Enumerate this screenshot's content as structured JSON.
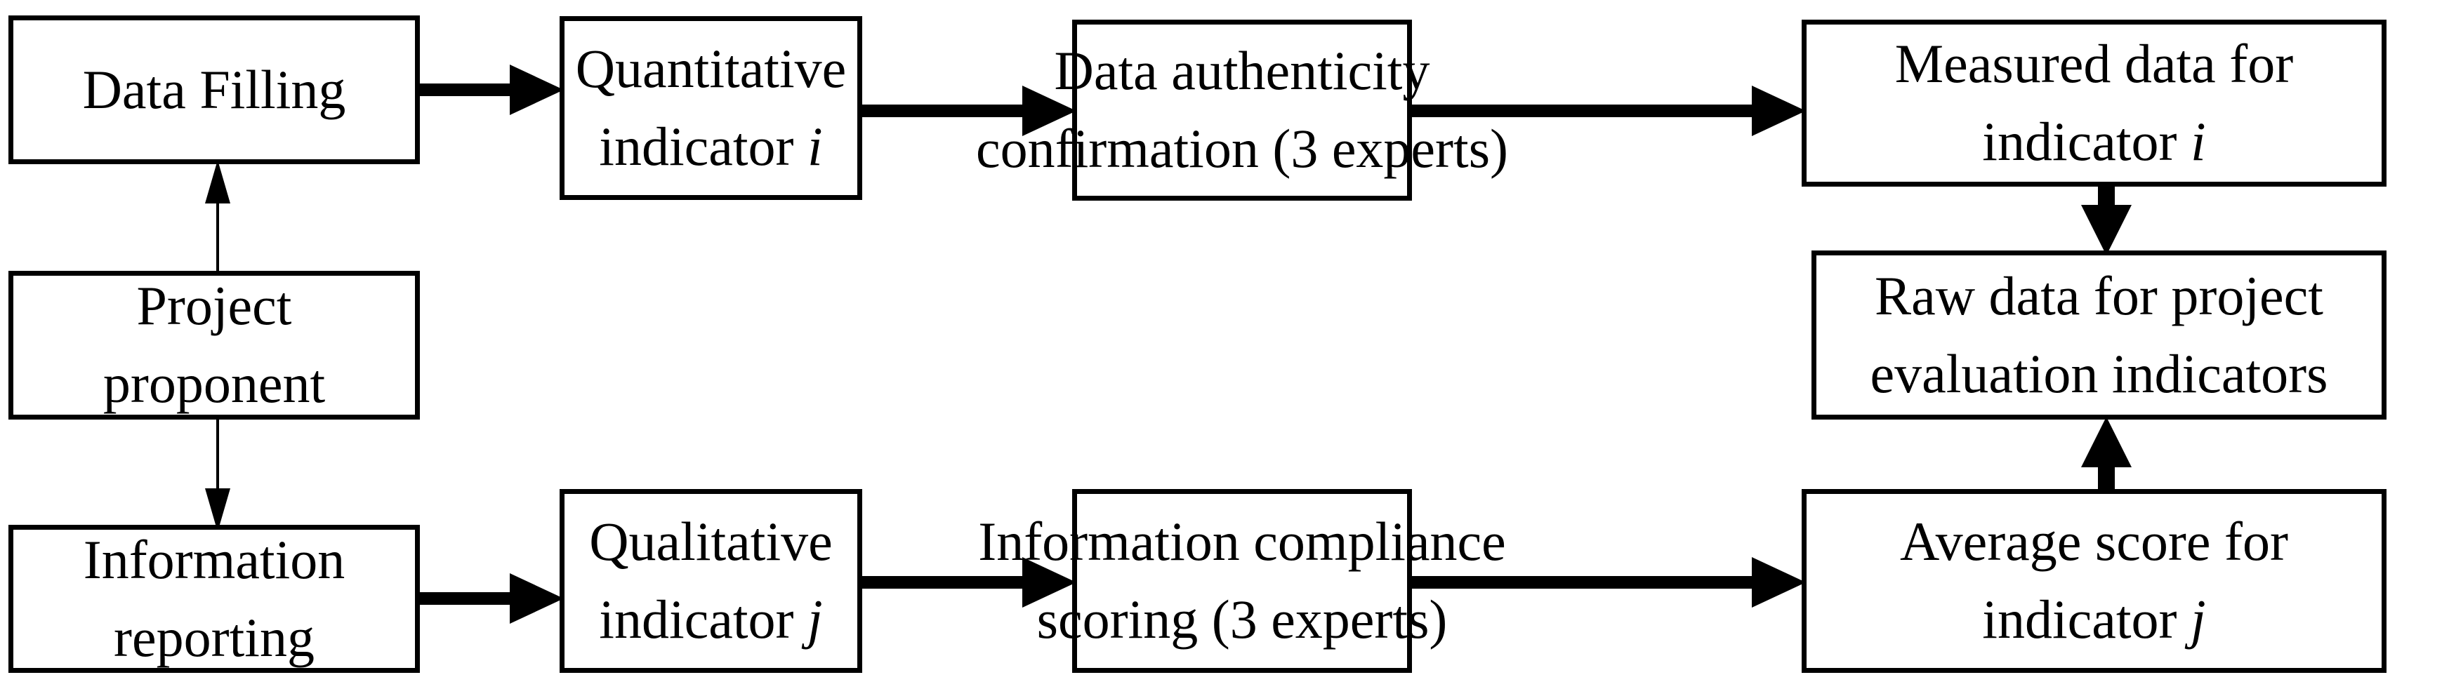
{
  "diagram": {
    "title": "Project evaluation data collection flowchart",
    "stroke_color": "#000000",
    "background_color": "#ffffff",
    "nodes": [
      {
        "id": "data-filling",
        "lines": [
          "Data Filling"
        ],
        "italic_tail": ""
      },
      {
        "id": "project-proponent",
        "lines": [
          "Project",
          "proponent"
        ],
        "italic_tail": ""
      },
      {
        "id": "information-reporting",
        "lines": [
          "Information",
          "reporting"
        ],
        "italic_tail": ""
      },
      {
        "id": "quantitative-indicator",
        "lines": [
          "Quantitative",
          "indicator "
        ],
        "italic_tail": "i"
      },
      {
        "id": "qualitative-indicator",
        "lines": [
          "Qualitative",
          "indicator "
        ],
        "italic_tail": "j"
      },
      {
        "id": "data-authenticity-confirmation",
        "lines": [
          "Data authenticity",
          "confirmation (3 experts)"
        ],
        "italic_tail": ""
      },
      {
        "id": "information-compliance-scoring",
        "lines": [
          "Information compliance",
          "scoring (3 experts)"
        ],
        "italic_tail": ""
      },
      {
        "id": "measured-data",
        "lines": [
          "Measured data for",
          "indicator "
        ],
        "italic_tail": "i"
      },
      {
        "id": "raw-data",
        "lines": [
          "Raw data for project",
          "evaluation indicators"
        ],
        "italic_tail": ""
      },
      {
        "id": "average-score",
        "lines": [
          "Average score for",
          "indicator "
        ],
        "italic_tail": "j"
      }
    ],
    "edges": [
      {
        "id": "proponent-to-filling",
        "from": "project-proponent",
        "to": "data-filling",
        "direction": "up"
      },
      {
        "id": "proponent-to-reporting",
        "from": "project-proponent",
        "to": "information-reporting",
        "direction": "down"
      },
      {
        "id": "filling-to-quantitative",
        "from": "data-filling",
        "to": "quantitative-indicator",
        "direction": "right"
      },
      {
        "id": "quantitative-to-authenticity",
        "from": "quantitative-indicator",
        "to": "data-authenticity-confirmation",
        "direction": "right"
      },
      {
        "id": "authenticity-to-measured",
        "from": "data-authenticity-confirmation",
        "to": "measured-data",
        "direction": "right"
      },
      {
        "id": "measured-to-raw",
        "from": "measured-data",
        "to": "raw-data",
        "direction": "down"
      },
      {
        "id": "reporting-to-qualitative",
        "from": "information-reporting",
        "to": "qualitative-indicator",
        "direction": "right"
      },
      {
        "id": "qualitative-to-compliance",
        "from": "qualitative-indicator",
        "to": "information-compliance-scoring",
        "direction": "right"
      },
      {
        "id": "compliance-to-average",
        "from": "information-compliance-scoring",
        "to": "average-score",
        "direction": "right"
      },
      {
        "id": "average-to-raw",
        "from": "average-score",
        "to": "raw-data",
        "direction": "up"
      }
    ]
  }
}
